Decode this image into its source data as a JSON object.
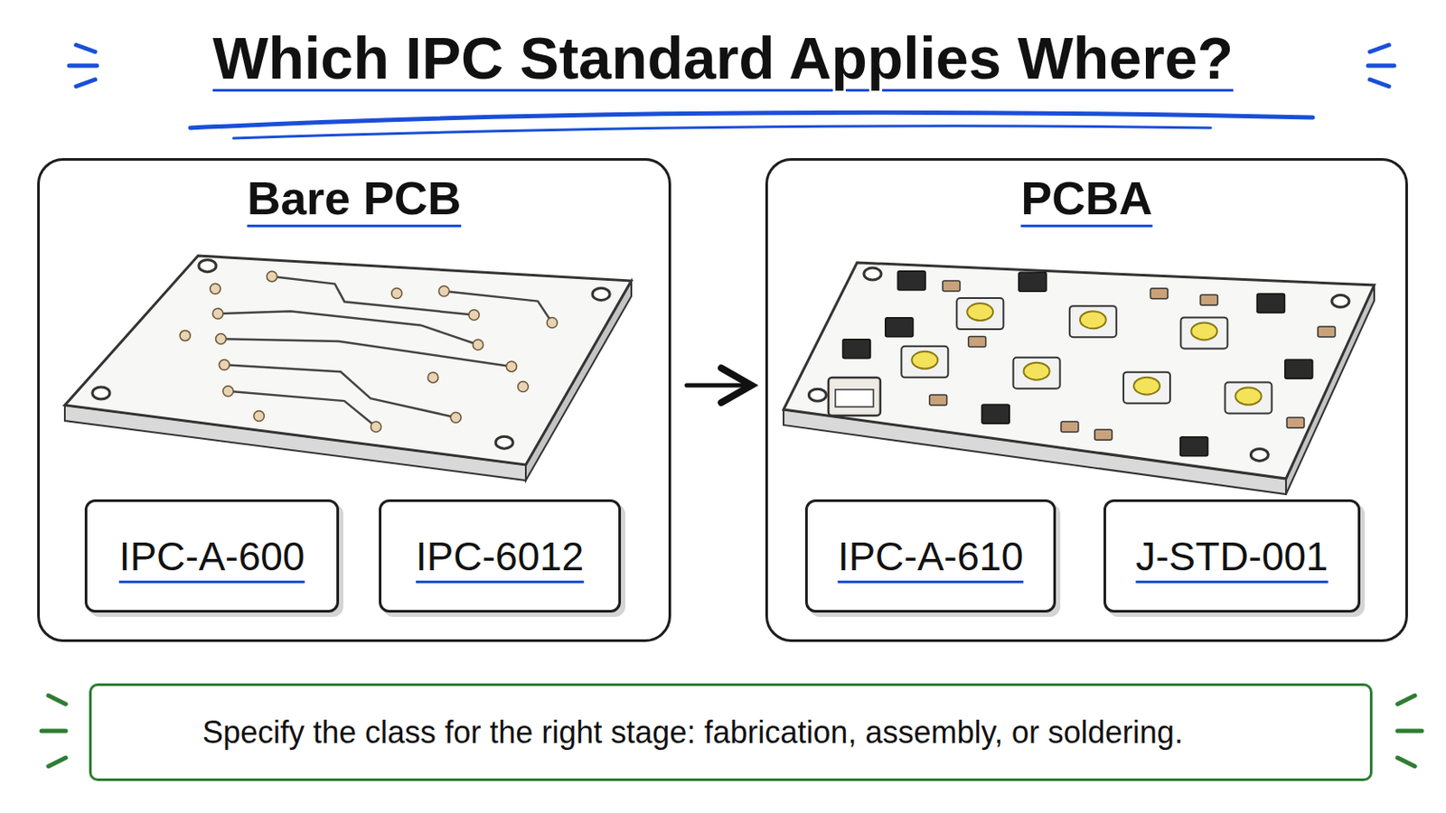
{
  "diagram": {
    "title": "Which IPC Standard Applies Where?",
    "nodes": [
      {
        "text": [
          "Bare PCB"
        ]
      },
      {
        "text": [
          "IPC-A-600"
        ],
        "in": 0
      },
      {
        "text": [
          "IPC-6012"
        ],
        "in": 0
      },
      {
        "text": [
          "PCBA"
        ]
      },
      {
        "text": [
          "IPC-A-610"
        ],
        "in": 3
      },
      {
        "text": [
          "J-STD-001"
        ],
        "in": 3
      },
      {
        "text": [
          "Specify the class for the right stage: fabrication, assembly, or soldering."
        ]
      }
    ],
    "edges": [
      {
        "from": 0,
        "to": 3,
        "arrow": "to"
      }
    ]
  }
}
